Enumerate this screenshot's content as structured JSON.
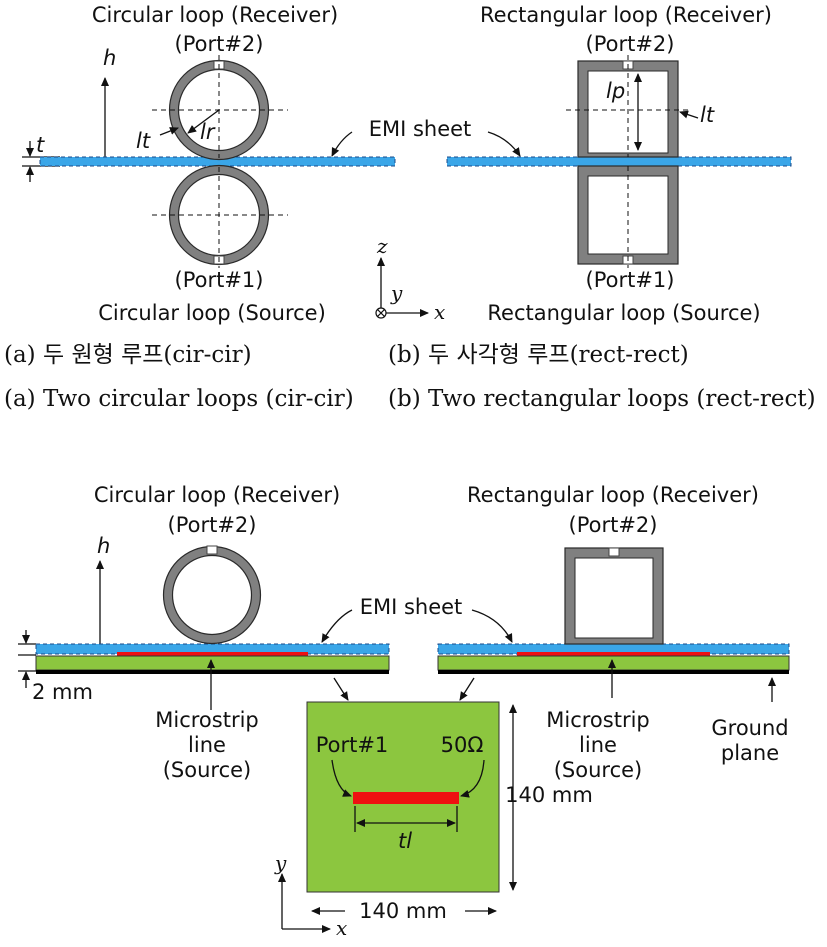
{
  "top": {
    "left": {
      "receiver_title": "Circular loop (Receiver)",
      "receiver_port": "(Port#2)",
      "source_port": "(Port#1)",
      "source_title": "Circular loop (Source)",
      "h": "h",
      "t": "t",
      "lt": "lt",
      "lr": "lr",
      "caption_kr": "(a) 두 원형 루프(cir-cir)",
      "caption_en": "(a) Two circular loops (cir-cir)"
    },
    "right": {
      "receiver_title": "Rectangular loop (Receiver)",
      "receiver_port": "(Port#2)",
      "source_port": "(Port#1)",
      "source_title": "Rectangular loop (Source)",
      "lp": "lp",
      "lt": "lt",
      "caption_kr": "(b) 두 사각형 루프(rect-rect)",
      "caption_en": "(b) Two rectangular loops (rect-rect)"
    },
    "emi_sheet": "EMI sheet",
    "axes": {
      "z": "z",
      "y": "y",
      "x": "x"
    }
  },
  "bottom": {
    "left_receiver_title": "Circular loop (Receiver)",
    "left_receiver_port": "(Port#2)",
    "right_receiver_title": "Rectangular loop (Receiver)",
    "right_receiver_port": "(Port#2)",
    "emi_sheet": "EMI sheet",
    "h": "h",
    "thickness": "2 mm",
    "microstrip_left": [
      "Microstrip",
      "line",
      "(Source)"
    ],
    "microstrip_right": [
      "Microstrip",
      "line",
      "(Source)"
    ],
    "ground_plane": [
      "Ground",
      "plane"
    ],
    "board": {
      "port": "Port#1",
      "load": "50Ω",
      "tl": "tl",
      "height_dim": "140 mm",
      "width_dim": "140 mm"
    },
    "axes": {
      "y": "y",
      "x": "x"
    }
  },
  "colors": {
    "emi_sheet": "#3aa6e8",
    "board": "#8cc63f",
    "strip": "#ee1111",
    "loop": "#808080",
    "ground": "#000000"
  }
}
